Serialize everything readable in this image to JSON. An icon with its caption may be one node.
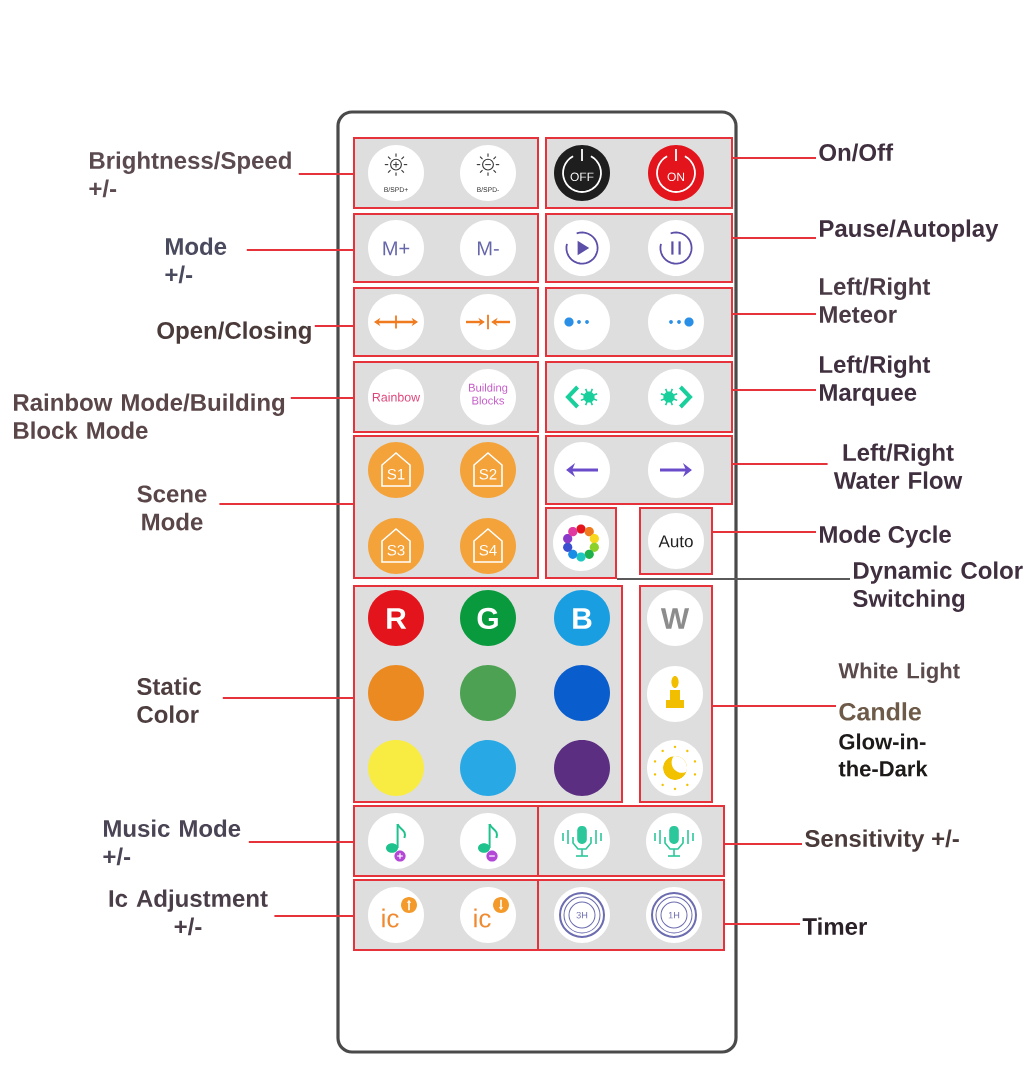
{
  "diagram": {
    "nodes": [
      {
        "text": [],
        "shape": "box"
      },
      {
        "text": [],
        "shape": "box",
        "in": 0
      },
      {
        "text": [
          "B/SPD+"
        ],
        "in": 1
      },
      {
        "text": [
          "B/SPD-"
        ],
        "in": 1
      },
      {
        "text": [],
        "shape": "box",
        "in": 0
      },
      {
        "text": [
          "OFF"
        ],
        "in": 4
      },
      {
        "text": [
          "ON"
        ],
        "in": 4
      },
      {
        "text": [],
        "shape": "box",
        "in": 0
      },
      {
        "text": [
          "M+"
        ],
        "in": 7
      },
      {
        "text": [
          "M-"
        ],
        "in": 7
      },
      {
        "text": [],
        "shape": "box",
        "in": 0
      },
      {
        "text": [],
        "shape": "circle",
        "in": 10
      },
      {
        "text": [],
        "shape": "circle",
        "in": 10
      },
      {
        "text": [],
        "shape": "box",
        "in": 0
      },
      {
        "text": [],
        "shape": "circle",
        "in": 13
      },
      {
        "text": [],
        "shape": "circle",
        "in": 13
      },
      {
        "text": [],
        "shape": "box",
        "in": 0
      },
      {
        "text": [],
        "shape": "circle",
        "in": 16
      },
      {
        "text": [],
        "shape": "circle",
        "in": 16
      },
      {
        "text": [],
        "shape": "box",
        "in": 0
      },
      {
        "text": [
          "Rainbow"
        ],
        "in": 19
      },
      {
        "text": [
          "Building Blocks"
        ],
        "in": 19
      },
      {
        "text": [],
        "shape": "box",
        "in": 0
      },
      {
        "text": [],
        "shape": "circle",
        "in": 22
      },
      {
        "text": [],
        "shape": "circle",
        "in": 22
      },
      {
        "text": [],
        "shape": "box",
        "in": 0
      },
      {
        "text": [
          "S1"
        ],
        "in": 25
      },
      {
        "text": [
          "S2"
        ],
        "in": 25
      },
      {
        "text": [
          "S3"
        ],
        "in": 25
      },
      {
        "text": [
          "S4"
        ],
        "in": 25
      },
      {
        "text": [],
        "shape": "box",
        "in": 0
      },
      {
        "text": [],
        "shape": "circle",
        "in": 30
      },
      {
        "text": [],
        "shape": "circle",
        "in": 30
      },
      {
        "text": [],
        "shape": "box",
        "in": 0
      },
      {
        "text": [],
        "shape": "circle",
        "in": 33
      },
      {
        "text": [],
        "shape": "box",
        "in": 0
      },
      {
        "text": [
          "Auto"
        ],
        "in": 35
      },
      {
        "text": [],
        "shape": "box",
        "in": 0
      },
      {
        "text": [
          "R"
        ],
        "in": 37
      },
      {
        "text": [
          "G"
        ],
        "in": 37
      },
      {
        "text": [
          "B"
        ],
        "in": 37
      },
      {
        "text": [],
        "shape": "circle",
        "in": 37
      },
      {
        "text": [],
        "shape": "circle",
        "in": 37
      },
      {
        "text": [],
        "shape": "circle",
        "in": 37
      },
      {
        "text": [],
        "shape": "circle",
        "in": 37
      },
      {
        "text": [],
        "shape": "circle",
        "in": 37
      },
      {
        "text": [],
        "shape": "circle",
        "in": 37
      },
      {
        "text": [],
        "shape": "box",
        "in": 0
      },
      {
        "text": [
          "W"
        ],
        "in": 47
      },
      {
        "text": [],
        "shape": "circle",
        "in": 47
      },
      {
        "text": [],
        "shape": "circle",
        "in": 47
      },
      {
        "text": [],
        "shape": "box",
        "in": 0
      },
      {
        "text": [],
        "shape": "circle",
        "in": 51
      },
      {
        "text": [],
        "shape": "circle",
        "in": 51
      },
      {
        "text": [],
        "shape": "box",
        "in": 0
      },
      {
        "text": [],
        "shape": "circle",
        "in": 54
      },
      {
        "text": [],
        "shape": "circle",
        "in": 54
      },
      {
        "text": [],
        "shape": "box",
        "in": 0
      },
      {
        "text": [
          "ic"
        ],
        "in": 57
      },
      {
        "text": [
          "ic"
        ],
        "in": 57
      },
      {
        "text": [],
        "shape": "box",
        "in": 0
      },
      {
        "text": [
          "3H"
        ],
        "in": 60
      },
      {
        "text": [
          "1H"
        ],
        "in": 60
      },
      {
        "text": [
          "Brightness/Speed +/-"
        ]
      },
      {
        "text": [
          "Mode +/-"
        ]
      },
      {
        "text": [
          "Open/Closing"
        ]
      },
      {
        "text": [
          "Rainbow Mode/Building Block Mode"
        ]
      },
      {
        "text": [
          "Scene Mode"
        ]
      },
      {
        "text": [
          "Static Color"
        ]
      },
      {
        "text": [
          "Music Mode +/-"
        ]
      },
      {
        "text": [
          "Ic Adjustment +/-"
        ]
      },
      {
        "text": [
          "On/Off"
        ]
      },
      {
        "text": [
          "Pause/Autoplay"
        ]
      },
      {
        "text": [
          "Left/Right Meteor"
        ]
      },
      {
        "text": [
          "Left/Right Marquee"
        ]
      },
      {
        "text": [
          "Left/Right Water Flow"
        ]
      },
      {
        "text": [
          "Mode Cycle"
        ]
      },
      {
        "text": [
          "Dynamic Color Switching"
        ]
      },
      {
        "text": [
          "White Light",
          "Candle",
          "Glow-in-the-Dark"
        ]
      },
      {
        "text": [
          "Sensitivity +/-"
        ]
      },
      {
        "text": [
          "Timer"
        ]
      }
    ],
    "edges": [
      {
        "from": 63,
        "to": 1,
        "arrow": "none"
      },
      {
        "from": 64,
        "to": 7,
        "arrow": "none"
      },
      {
        "from": 65,
        "to": 13,
        "arrow": "none"
      },
      {
        "from": 66,
        "to": 19,
        "arrow": "none"
      },
      {
        "from": 67,
        "to": 25,
        "arrow": "none"
      },
      {
        "from": 68,
        "to": 37,
        "arrow": "none"
      },
      {
        "from": 69,
        "to": 51,
        "arrow": "none"
      },
      {
        "from": 70,
        "to": 57,
        "arrow": "none"
      },
      {
        "from": 71,
        "to": 4,
        "arrow": "none"
      },
      {
        "from": 72,
        "to": 10,
        "arrow": "none"
      },
      {
        "from": 73,
        "to": 16,
        "arrow": "none"
      },
      {
        "from": 74,
        "to": 22,
        "arrow": "none"
      },
      {
        "from": 75,
        "to": 30,
        "arrow": "none"
      },
      {
        "from": 76,
        "to": 35,
        "arrow": "none"
      },
      {
        "from": 77,
        "to": 33,
        "arrow": "none",
        "color": "#5a5a5a"
      },
      {
        "from": 78,
        "to": 47,
        "arrow": "none"
      },
      {
        "from": 79,
        "to": 54,
        "arrow": "none"
      },
      {
        "from": 80,
        "to": 60,
        "arrow": "none"
      }
    ]
  }
}
